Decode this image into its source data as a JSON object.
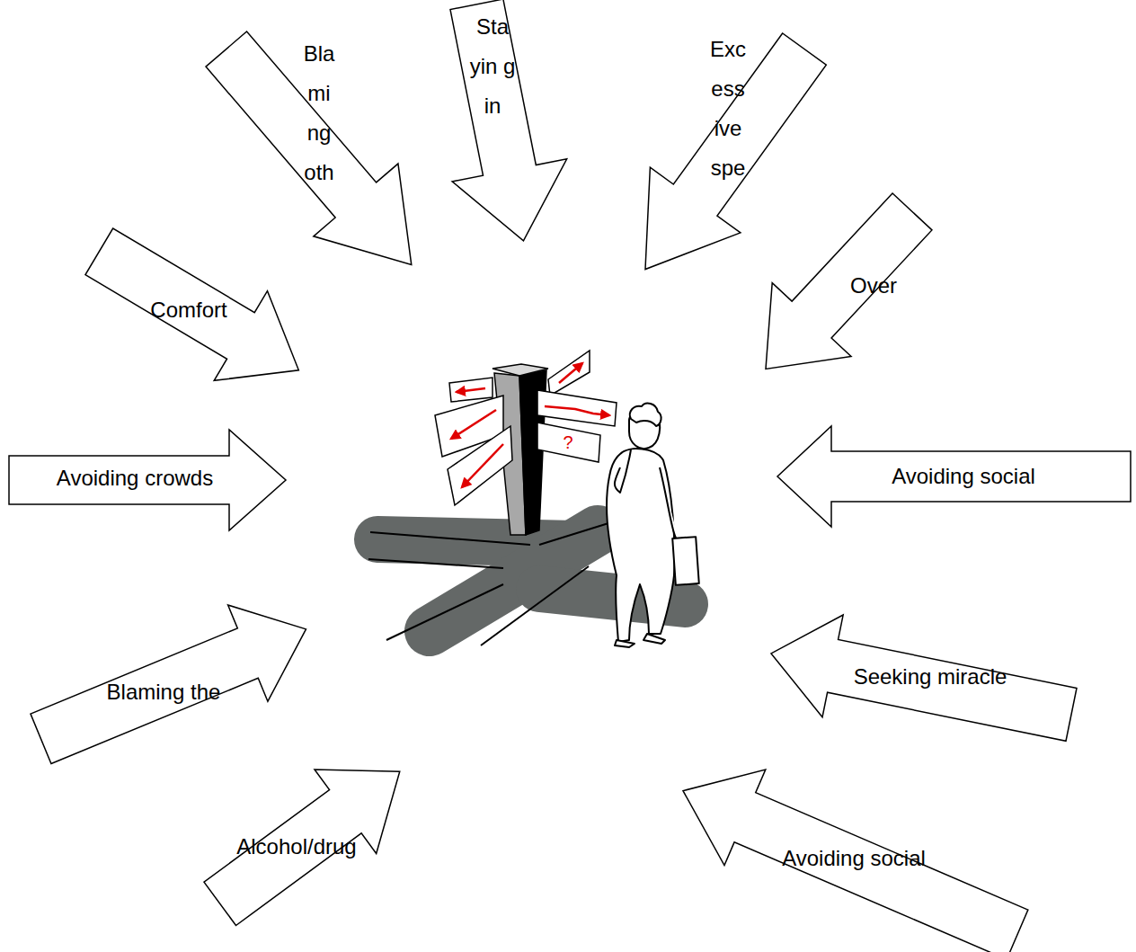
{
  "diagram": {
    "nodes": [
      {
        "text": [
          "Bla mi ng oth"
        ]
      },
      {
        "text": [
          "Sta yin g in"
        ]
      },
      {
        "text": [
          "Exc ess ive spe"
        ]
      },
      {
        "text": [
          "Comfort"
        ]
      },
      {
        "text": [
          "Over"
        ]
      },
      {
        "text": [
          "Avoiding crowds"
        ]
      },
      {
        "text": [
          "Avoiding social"
        ]
      },
      {
        "text": [
          "Blaming the"
        ]
      },
      {
        "text": [
          "Seeking miracle"
        ]
      },
      {
        "text": [
          "Alcohol/drug"
        ]
      },
      {
        "text": [
          "Avoiding social"
        ]
      }
    ],
    "labels": [
      "?"
    ]
  }
}
